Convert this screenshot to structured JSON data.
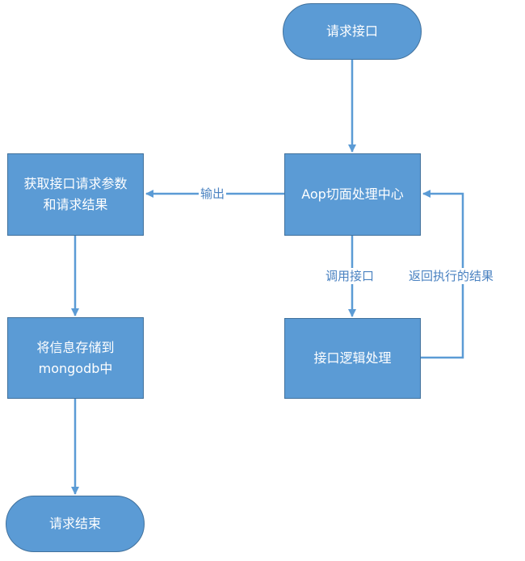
{
  "nodes": {
    "start": "请求接口",
    "aop_center": "Aop切面处理中心",
    "get_params_line1": "获取接口请求参数",
    "get_params_line2": "和请求结果",
    "logic": "接口逻辑处理",
    "store_line1": "将信息存储到",
    "store_line2": "mongodb中",
    "end": "请求结束"
  },
  "edges": {
    "output": "输出",
    "call": "调用接口",
    "return_result": "返回执行的结果"
  },
  "colors": {
    "node_fill": "#5b9bd5",
    "node_border": "#41719c",
    "connector": "#5b9bd5",
    "edge_label": "#4a82c1",
    "node_text": "#ffffff"
  }
}
